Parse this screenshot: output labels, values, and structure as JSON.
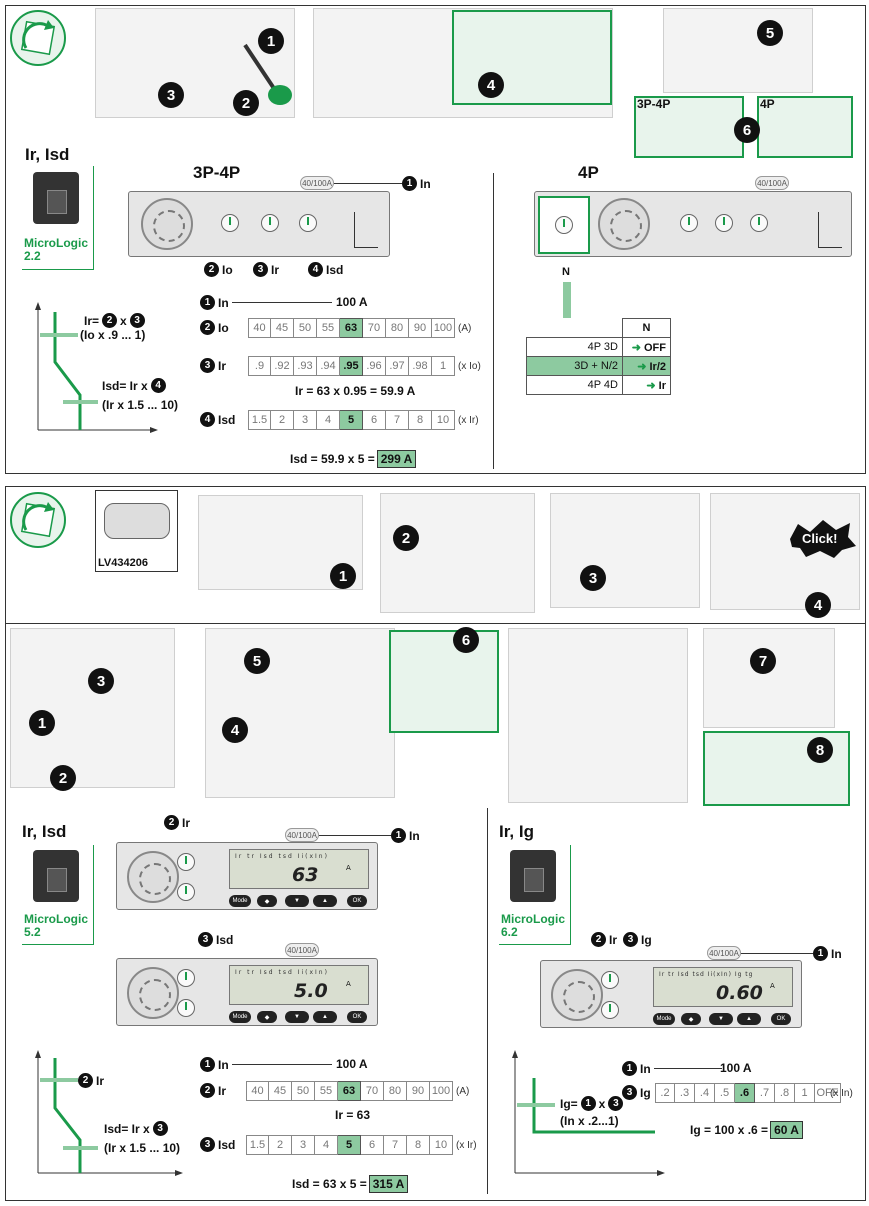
{
  "sec1": {
    "steps_top": [
      "1",
      "2",
      "3",
      "4",
      "5",
      "6"
    ],
    "tag_3p4p": "3P-4P",
    "tag_4p": "4P",
    "title": "Ir, Isd",
    "brand": "MicroLogic",
    "brand_model": "2.2",
    "panel_3p4p_title": "3P-4P",
    "panel_4p_title": "4P",
    "pill": "40/100A",
    "in_label": "In",
    "io_label": "Io",
    "ir_label": "Ir",
    "isd_label": "Isd",
    "curve_ir": "Ir=",
    "curve_ir_x": "x",
    "curve_ir_range": "(Io x .9 ... 1)",
    "curve_isd": "Isd= Ir x",
    "curve_isd_range": "(Ir x 1.5 ... 10)",
    "in_row_label": "In",
    "in_value": "100 A",
    "io_scale": [
      "40",
      "45",
      "50",
      "55",
      "63",
      "70",
      "80",
      "90",
      "100"
    ],
    "io_unit": "(A)",
    "ir_scale": [
      ".9",
      ".92",
      ".93",
      ".94",
      ".95",
      ".96",
      ".97",
      ".98",
      "1"
    ],
    "ir_unit": "(x Io)",
    "ir_formula": "Ir = 63 x 0.95 = 59.9 A",
    "isd_scale": [
      "1.5",
      "2",
      "3",
      "4",
      "5",
      "6",
      "7",
      "8",
      "10"
    ],
    "isd_unit": "(x Ir)",
    "isd_formula": "Isd = 59.9 x 5 =",
    "isd_result": "299 A",
    "n_label": "N",
    "n_table": [
      {
        "mode": "4P 3D",
        "value": "OFF"
      },
      {
        "mode": "3D + N/2",
        "value": "Ir/2"
      },
      {
        "mode": "4P 4D",
        "value": "Ir"
      }
    ]
  },
  "sec2": {
    "part_number": "LV434206",
    "click_label": "Click!",
    "steps_a": [
      "1",
      "2",
      "3",
      "4"
    ],
    "steps_b": [
      "1",
      "2",
      "3",
      "4",
      "5",
      "6",
      "7",
      "8"
    ]
  },
  "sec3": {
    "title": "Ir, Isd",
    "brand": "MicroLogic",
    "brand_model": "5.2",
    "pill": "40/100A",
    "in_label": "In",
    "ir_label": "Ir",
    "isd_label": "Isd",
    "lcd_header": "Ir  tr  Isd  tsd  Ii(xIn)",
    "lcd1_value": "63",
    "lcd1_unit": "A",
    "lcd2_value": "5.0",
    "lcd2_unit": "A",
    "buttons": [
      "Mode",
      "OK"
    ],
    "curve_ir": "Ir",
    "curve_isd": "Isd= Ir x",
    "curve_isd_range": "(Ir x 1.5 ... 10)",
    "in_row_label": "In",
    "in_value": "100 A",
    "ir_scale": [
      "40",
      "45",
      "50",
      "55",
      "63",
      "70",
      "80",
      "90",
      "100"
    ],
    "ir_unit": "(A)",
    "ir_formula": "Ir = 63",
    "isd_scale": [
      "1.5",
      "2",
      "3",
      "4",
      "5",
      "6",
      "7",
      "8",
      "10"
    ],
    "isd_unit": "(x Ir)",
    "isd_formula": "Isd = 63 x 5 =",
    "isd_result": "315 A"
  },
  "sec4": {
    "title": "Ir, Ig",
    "brand": "MicroLogic",
    "brand_model": "6.2",
    "pill": "40/100A",
    "in_label": "In",
    "ir_label": "Ir",
    "ig_label": "Ig",
    "lcd_header": "Ir  tr  Isd  tsd  Ii(xIn)  Ig  tg",
    "lcd_value": "0.60",
    "lcd_unit": "A",
    "curve_ig": "Ig=",
    "curve_ig_x": "x",
    "curve_ig_range": "(In x .2...1)",
    "in_row_label": "In",
    "in_value": "100 A",
    "ig_scale": [
      ".2",
      ".3",
      ".4",
      ".5",
      ".6",
      ".7",
      ".8",
      "1",
      "OFF"
    ],
    "ig_unit": "(x In)",
    "ig_formula": "Ig = 100 x .6 =",
    "ig_result": "60 A"
  }
}
